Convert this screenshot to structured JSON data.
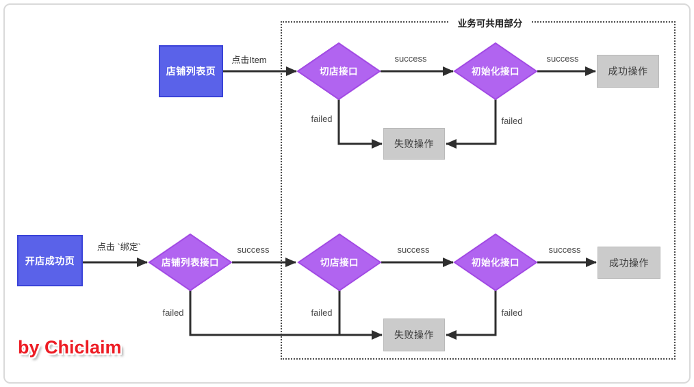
{
  "shared_container": {
    "title": "业务可共用部分"
  },
  "watermark": {
    "text": "by Chiclaim"
  },
  "flow_top": {
    "start_page": "店铺列表页",
    "trigger": "点击Item",
    "switch_shop_api": "切店接口",
    "init_api": "初始化接口",
    "success_label_1": "success",
    "success_label_2": "success",
    "failed_label_1": "failed",
    "failed_label_2": "failed",
    "success_action": "成功操作",
    "fail_action": "失败操作"
  },
  "flow_bottom": {
    "start_page": "开店成功页",
    "trigger": "点击 `绑定`",
    "shop_list_api": "店铺列表接口",
    "switch_shop_api": "切店接口",
    "init_api": "初始化接口",
    "success_label_1": "success",
    "success_label_2": "success",
    "success_label_3": "success",
    "failed_label_1": "failed",
    "failed_label_2": "failed",
    "failed_label_3": "failed",
    "success_action": "成功操作",
    "fail_action": "失败操作"
  },
  "colors": {
    "process_fill": "#5a62e9",
    "process_border": "#3a43d8",
    "decision_fill": "#b164f0",
    "decision_border": "#a24be4",
    "action_fill": "#cbcbcb",
    "action_border": "#b9b9b9",
    "line": "#2e2e2e",
    "watermark_red": "#ed1c24"
  }
}
